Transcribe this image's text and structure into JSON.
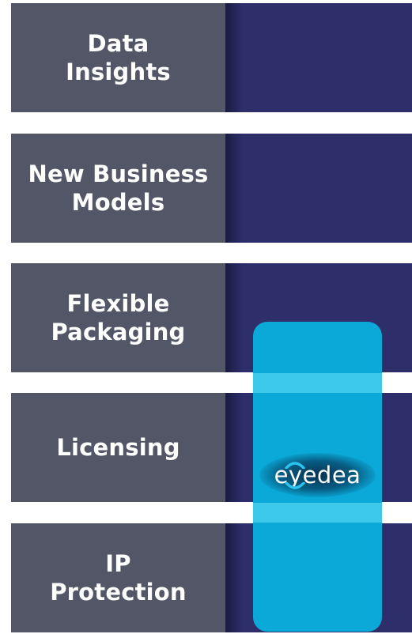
{
  "rows": [
    {
      "label": "Data\nInsights"
    },
    {
      "label": "New Business\nModels"
    },
    {
      "label": "Flexible\nPackaging"
    },
    {
      "label": "Licensing"
    },
    {
      "label": "IP\nProtection"
    }
  ],
  "logo": {
    "text": "eyedea"
  },
  "colors": {
    "row_left": "#525667",
    "row_right": "#2e2e6b",
    "panel": "#0aa9d8",
    "panel_band": "#3dcaea",
    "logo_accent": "#29c4ef"
  }
}
